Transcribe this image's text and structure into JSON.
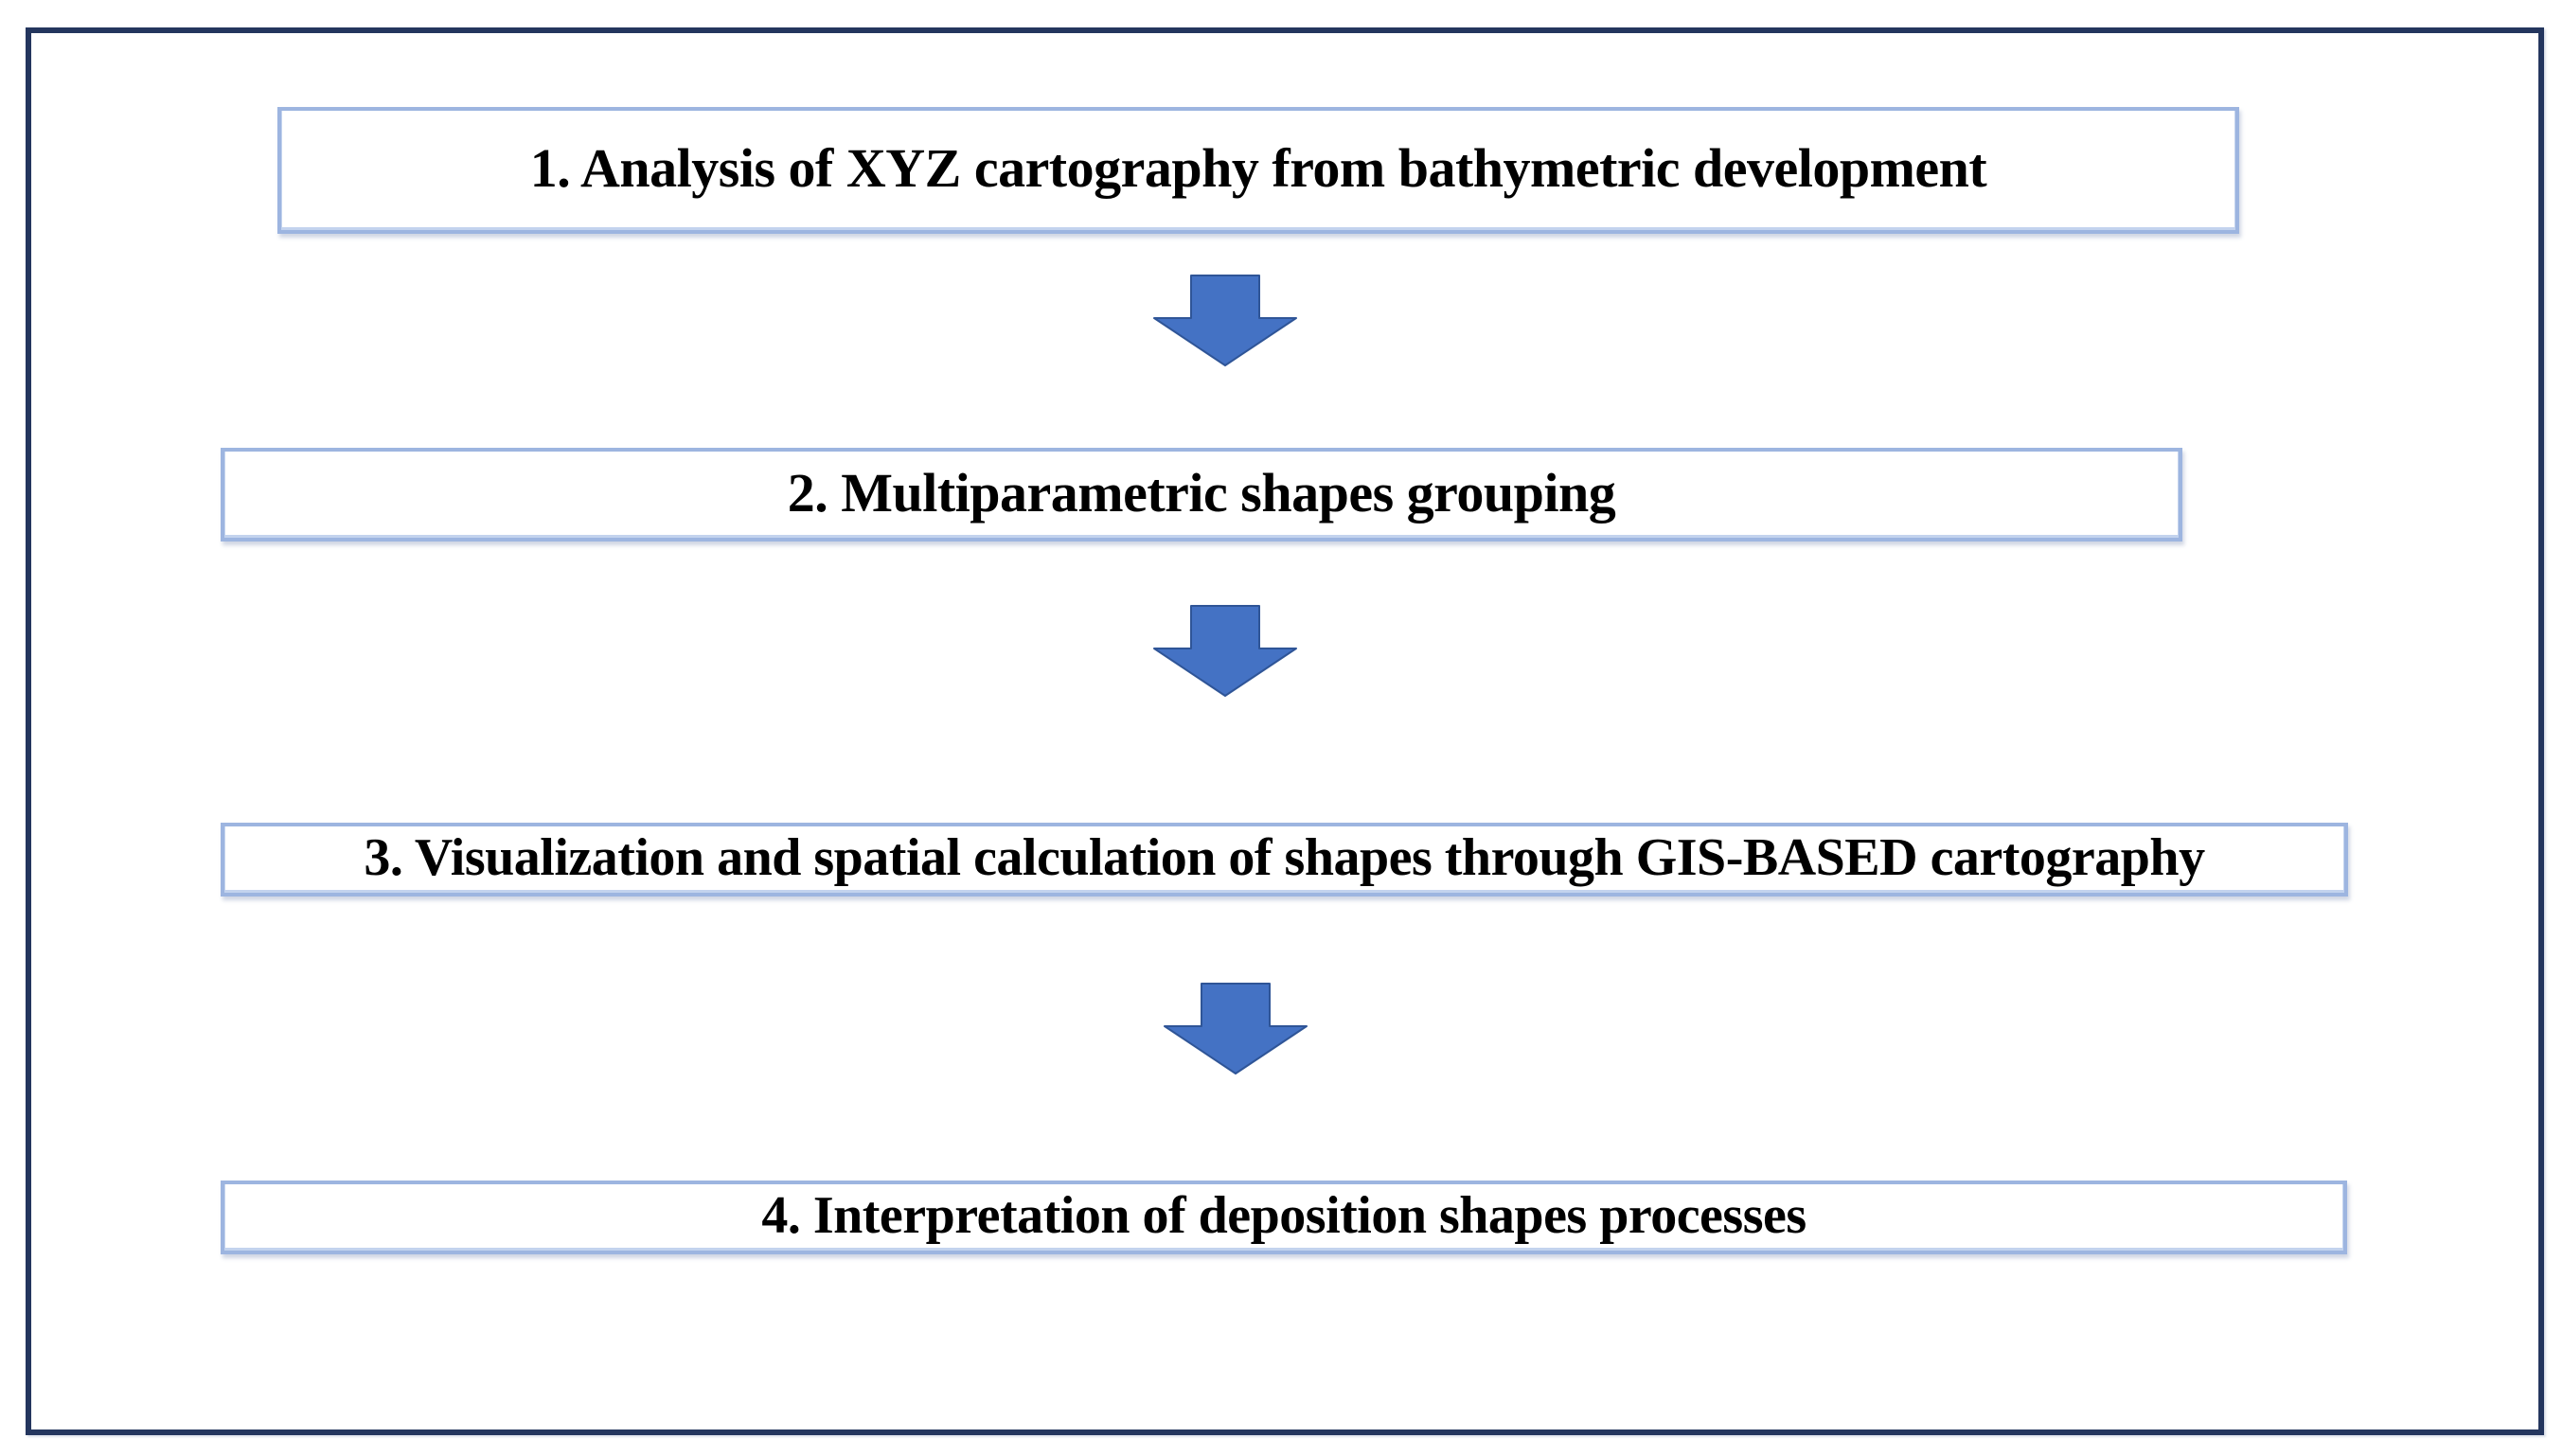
{
  "diagram": {
    "type": "flowchart",
    "direction": "top-down",
    "steps": [
      {
        "number": "1",
        "label": "1. Analysis of XYZ cartography from bathymetric development"
      },
      {
        "number": "2",
        "label": "2. Multiparametric shapes grouping"
      },
      {
        "number": "3",
        "label": "3. Visualization and spatial calculation of shapes through GIS-BASED cartography"
      },
      {
        "number": "4",
        "label": "4. Interpretation of deposition shapes processes"
      }
    ],
    "connectors": [
      {
        "from": "1",
        "to": "2",
        "icon": "down-arrow"
      },
      {
        "from": "2",
        "to": "3",
        "icon": "down-arrow"
      },
      {
        "from": "3",
        "to": "4",
        "icon": "down-arrow"
      }
    ],
    "colors": {
      "arrow_fill": "#4472C4",
      "arrow_stroke": "#2F5597",
      "box_border": "#9DB5E0",
      "frame_border": "#24365E",
      "text": "#000000",
      "background": "#FFFFFF"
    }
  }
}
